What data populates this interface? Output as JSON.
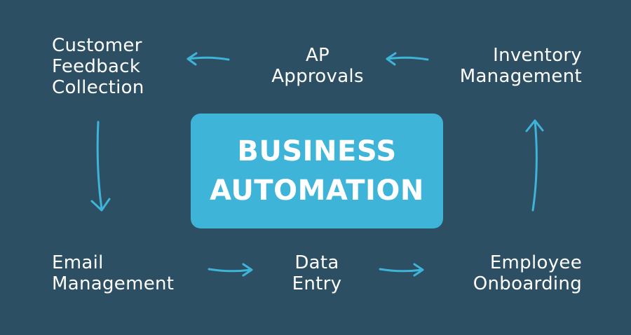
{
  "center": {
    "line1": "BUSINESS",
    "line2": "AUTOMATION"
  },
  "nodes": {
    "customer_feedback": [
      "Customer",
      "Feedback",
      "Collection"
    ],
    "ap_approvals": [
      "AP",
      "Approvals"
    ],
    "inventory": [
      "Inventory",
      "Management"
    ],
    "email": [
      "Email",
      "Management"
    ],
    "data_entry": [
      "Data",
      "Entry"
    ],
    "onboarding": [
      "Employee",
      "Onboarding"
    ]
  },
  "colors": {
    "background": "#2d4f63",
    "accent": "#3fb4d9",
    "text": "#ffffff"
  }
}
